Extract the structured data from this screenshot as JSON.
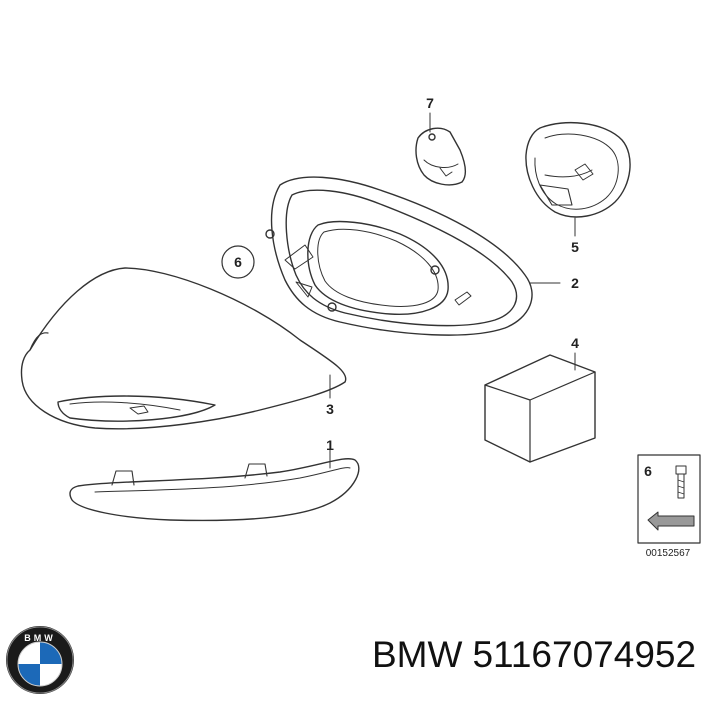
{
  "callouts": {
    "p1": "1",
    "p2": "2",
    "p3": "3",
    "p4": "4",
    "p5": "5",
    "p6": "6",
    "p7": "7",
    "p6_circled": "6"
  },
  "legend": {
    "part_number": "6",
    "drawing_ref": "00152567"
  },
  "footer": {
    "brand": "BMW",
    "part_number": "51167074952"
  },
  "logo": {
    "text": "BMW",
    "colors": {
      "blue": "#1c69b8",
      "white": "#ffffff",
      "ring": "#1a1a1a"
    }
  }
}
